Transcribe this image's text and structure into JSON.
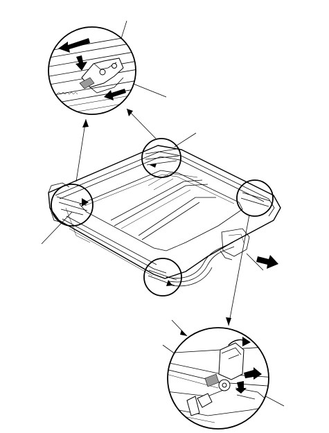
{
  "diagram": {
    "colors": {
      "line": "#000000",
      "background": "#ffffff",
      "shade": "#9a9a9a"
    },
    "callouts": [
      {
        "id": "top-detail",
        "icon": "magnified-detail-circle"
      },
      {
        "id": "bottom-detail",
        "icon": "magnified-detail-circle"
      }
    ],
    "arrows": [
      "direction-arrow-left",
      "direction-arrow-right",
      "direction-arrow-down"
    ]
  }
}
